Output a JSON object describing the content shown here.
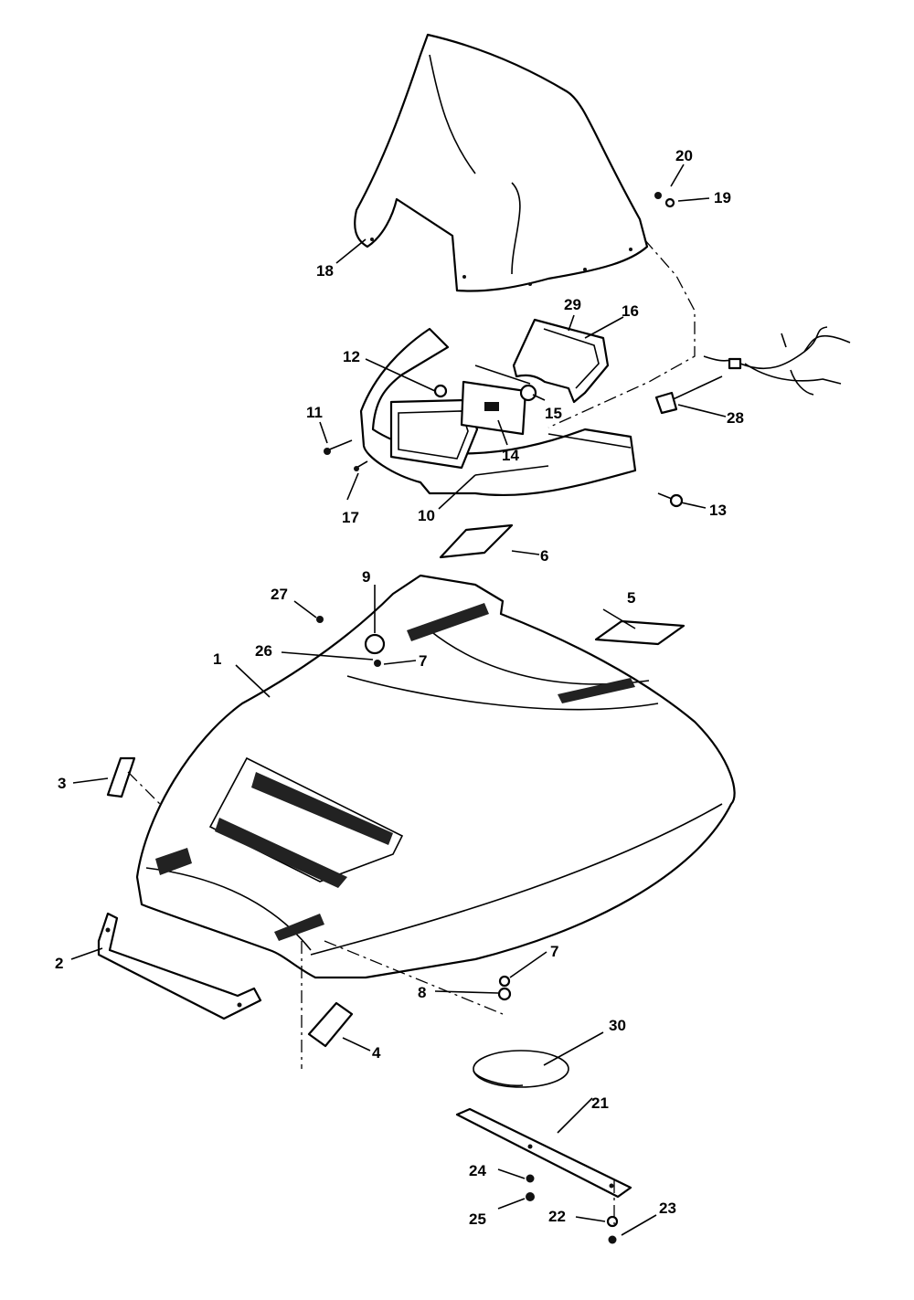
{
  "diagram": {
    "callouts": [
      {
        "id": "1",
        "label": "1"
      },
      {
        "id": "2",
        "label": "2"
      },
      {
        "id": "3",
        "label": "3"
      },
      {
        "id": "4",
        "label": "4"
      },
      {
        "id": "5",
        "label": "5"
      },
      {
        "id": "6",
        "label": "6"
      },
      {
        "id": "7a",
        "label": "7"
      },
      {
        "id": "7b",
        "label": "7"
      },
      {
        "id": "8",
        "label": "8"
      },
      {
        "id": "9",
        "label": "9"
      },
      {
        "id": "10",
        "label": "10"
      },
      {
        "id": "11",
        "label": "11"
      },
      {
        "id": "12",
        "label": "12"
      },
      {
        "id": "13",
        "label": "13"
      },
      {
        "id": "14",
        "label": "14"
      },
      {
        "id": "15",
        "label": "15"
      },
      {
        "id": "16",
        "label": "16"
      },
      {
        "id": "17",
        "label": "17"
      },
      {
        "id": "18",
        "label": "18"
      },
      {
        "id": "19",
        "label": "19"
      },
      {
        "id": "20",
        "label": "20"
      },
      {
        "id": "21",
        "label": "21"
      },
      {
        "id": "22",
        "label": "22"
      },
      {
        "id": "23",
        "label": "23"
      },
      {
        "id": "24",
        "label": "24"
      },
      {
        "id": "25",
        "label": "25"
      },
      {
        "id": "26",
        "label": "26"
      },
      {
        "id": "27",
        "label": "27"
      },
      {
        "id": "28",
        "label": "28"
      },
      {
        "id": "29",
        "label": "29"
      },
      {
        "id": "30",
        "label": "30"
      }
    ]
  }
}
